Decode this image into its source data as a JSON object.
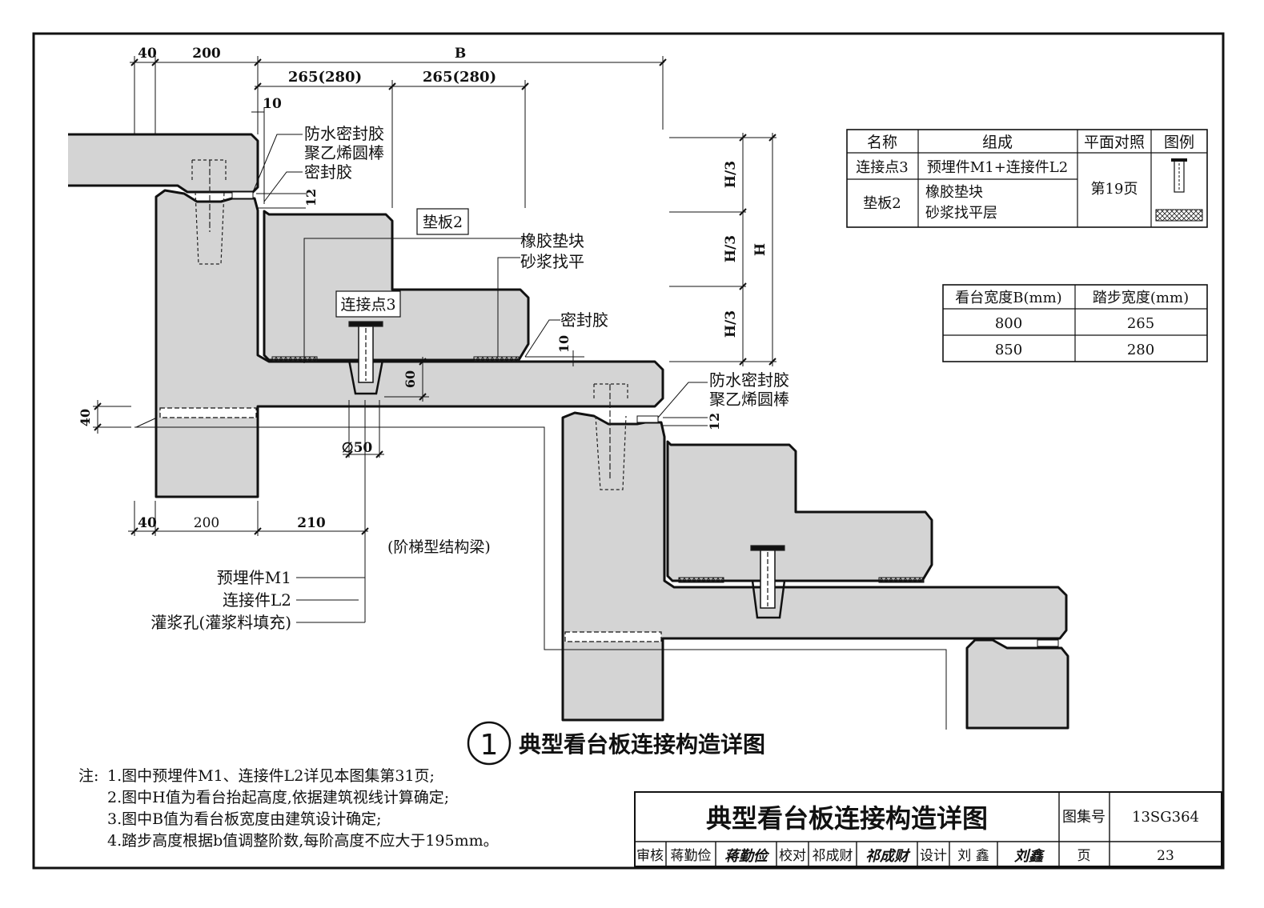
{
  "dimensions": {
    "top_40": "40",
    "top_200": "200",
    "top_B": "B",
    "top_265a": "265(280)",
    "top_265b": "265(280)",
    "top_10": "10",
    "dim_12a": "12",
    "dim_12b": "12",
    "dim_10b": "10",
    "dim_60": "60",
    "dim_40_left": "40",
    "dia_50": "∅50",
    "bottom_40": "40",
    "bottom_200": "200",
    "bottom_210": "210",
    "h3a": "H/3",
    "h3b": "H/3",
    "h3c": "H/3",
    "h": "H"
  },
  "labels": {
    "seal1_a": "防水密封胶",
    "seal1_b": "聚乙烯圆棒",
    "seal1_c": "密封胶",
    "pad2": "垫板2",
    "rubber_a": "橡胶垫块",
    "rubber_b": "砂浆找平",
    "conn3": "连接点3",
    "sealant": "密封胶",
    "seal2_a": "防水密封胶",
    "seal2_b": "聚乙烯圆棒",
    "beam": "(阶梯型结构梁)",
    "m1": "预埋件M1",
    "l2": "连接件L2",
    "grout": "灌浆孔(灌浆料填充)"
  },
  "legend_table": {
    "headers": [
      "名称",
      "组成",
      "平面对照",
      "图例"
    ],
    "rows": [
      {
        "name": "连接点3",
        "comp": "预埋件M1+连接件L2"
      },
      {
        "name": "垫板2",
        "comp_a": "橡胶垫块",
        "comp_b": "砂浆找平层"
      }
    ],
    "page_ref": "第19页"
  },
  "width_table": {
    "headers": [
      "看台宽度B(mm)",
      "踏步宽度(mm)"
    ],
    "rows": [
      [
        "800",
        "265"
      ],
      [
        "850",
        "280"
      ]
    ]
  },
  "figure": {
    "number": "1",
    "title": "典型看台板连接构造详图"
  },
  "notes": {
    "prefix": "注:",
    "items": [
      "1.图中预埋件M1、连接件L2详见本图集第31页;",
      "2.图中H值为看台抬起高度,依据建筑视线计算确定;",
      "3.图中B值为看台板宽度由建筑设计确定;",
      "4.踏步高度根据b值调整阶数,每阶高度不应大于195mm。"
    ]
  },
  "title_block": {
    "title": "典型看台板连接构造详图",
    "atlas_label": "图集号",
    "atlas_no": "13SG364",
    "review_label": "审核",
    "review_name": "蒋勤俭",
    "review_sig": "蒋勤俭",
    "check_label": "校对",
    "check_name": "祁成财",
    "check_sig": "祁成财",
    "design_label": "设计",
    "design_name": "刘 鑫",
    "design_sig": "刘鑫",
    "page_label": "页",
    "page_no": "23"
  },
  "colors": {
    "concrete": "#d4d4d4",
    "line": "#111111"
  }
}
